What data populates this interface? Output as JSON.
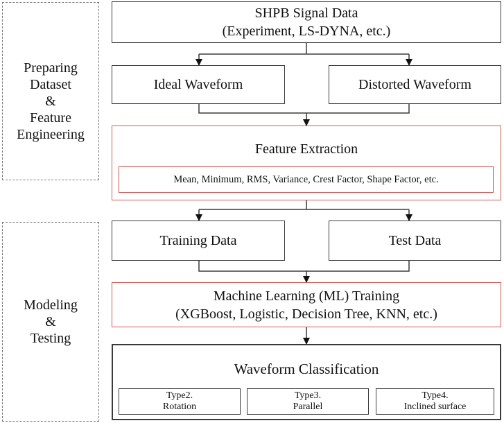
{
  "sections": {
    "prepare": [
      "Preparing",
      "Dataset",
      "&",
      "Feature",
      "Engineering"
    ],
    "model": [
      "Modeling",
      "&",
      "Testing"
    ]
  },
  "nodes": {
    "signal": {
      "line1": "SHPB Signal Data",
      "line2": "(Experiment, LS-DYNA, etc.)"
    },
    "ideal": "Ideal Waveform",
    "distorted": "Distorted Waveform",
    "feature_extraction": "Feature Extraction",
    "feature_list": "Mean, Minimum, RMS, Variance, Crest Factor, Shape Factor, etc.",
    "training": "Training Data",
    "test": "Test Data",
    "ml": {
      "line1": "Machine Learning (ML) Training",
      "line2": "(XGBoost, Logistic, Decision Tree, KNN, etc.)"
    },
    "classification": "Waveform Classification",
    "types": [
      {
        "line1": "Type2.",
        "line2": "Rotation"
      },
      {
        "line1": "Type3.",
        "line2": "Parallel"
      },
      {
        "line1": "Type4.",
        "line2": "Inclined surface"
      }
    ]
  },
  "colors": {
    "border": "#3a3a3a",
    "highlight": "#d9534f",
    "dashed": "#777777"
  }
}
